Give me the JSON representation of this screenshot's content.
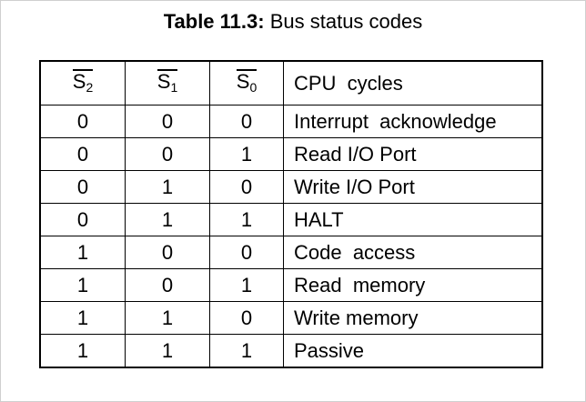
{
  "caption": {
    "label": "Table 11.3:",
    "text": "Bus status codes"
  },
  "table": {
    "headers": [
      {
        "base": "S",
        "sub": "2"
      },
      {
        "base": "S",
        "sub": "1"
      },
      {
        "base": "S",
        "sub": "0"
      }
    ],
    "cycles_header": "CPU  cycles",
    "rows": [
      {
        "s2": "0",
        "s1": "0",
        "s0": "0",
        "cycle": "Interrupt  acknowledge"
      },
      {
        "s2": "0",
        "s1": "0",
        "s0": "1",
        "cycle": "Read I/O Port"
      },
      {
        "s2": "0",
        "s1": "1",
        "s0": "0",
        "cycle": "Write I/O Port"
      },
      {
        "s2": "0",
        "s1": "1",
        "s0": "1",
        "cycle": "HALT"
      },
      {
        "s2": "1",
        "s1": "0",
        "s0": "0",
        "cycle": "Code  access"
      },
      {
        "s2": "1",
        "s1": "0",
        "s0": "1",
        "cycle": "Read  memory"
      },
      {
        "s2": "1",
        "s1": "1",
        "s0": "0",
        "cycle": "Write memory"
      },
      {
        "s2": "1",
        "s1": "1",
        "s0": "1",
        "cycle": "Passive"
      }
    ]
  }
}
